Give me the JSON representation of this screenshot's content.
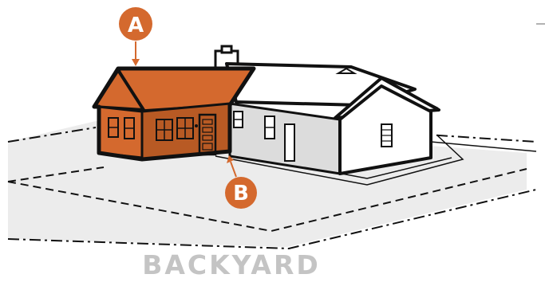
{
  "marker_a": {
    "letter": "A"
  },
  "marker_b": {
    "letter": "B"
  },
  "ground_label": "BACKYARD",
  "colors": {
    "addition": "#d4692e",
    "addition_dark": "#b85a24",
    "marker": "#d4692e",
    "house_light": "#ffffff",
    "house_shade": "#dcdcdc",
    "lot": "#ececec",
    "label": "#c4c4c4"
  }
}
